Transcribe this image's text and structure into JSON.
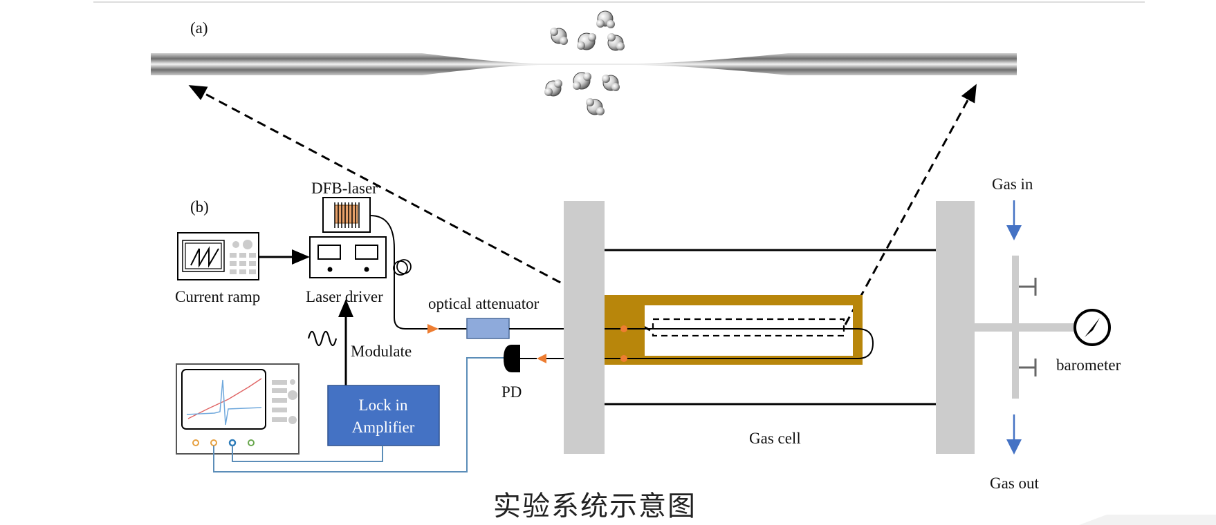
{
  "panel_labels": {
    "a": "(a)",
    "b": "(b)"
  },
  "components": {
    "dfb_laser": "DFB-laser",
    "current_ramp": "Current ramp",
    "laser_driver": "Laser driver",
    "optical_attenuator": "optical attenuator",
    "modulate": "Modulate",
    "lock_in_line1": "Lock in",
    "lock_in_line2": "Amplifier",
    "pd": "PD",
    "gas_cell": "Gas cell",
    "gas_in": "Gas in",
    "gas_out": "Gas out",
    "barometer": "barometer"
  },
  "caption": "实验系统示意图",
  "colors": {
    "gold": "#b8860b",
    "lock_in_fill": "#4472c4",
    "attenuator_fill": "#8eaadb",
    "flow_arrow": "#4472c4",
    "beam_arrow": "#ed7d31",
    "panel_gray": "#cccccc",
    "signal_wire": "#5b8db8"
  },
  "icons": {
    "molecules": "gas-molecule-cluster-icon",
    "oscilloscope": "oscilloscope-icon",
    "function_generator": "function-generator-icon",
    "pressure_gauge": "barometer-icon"
  }
}
